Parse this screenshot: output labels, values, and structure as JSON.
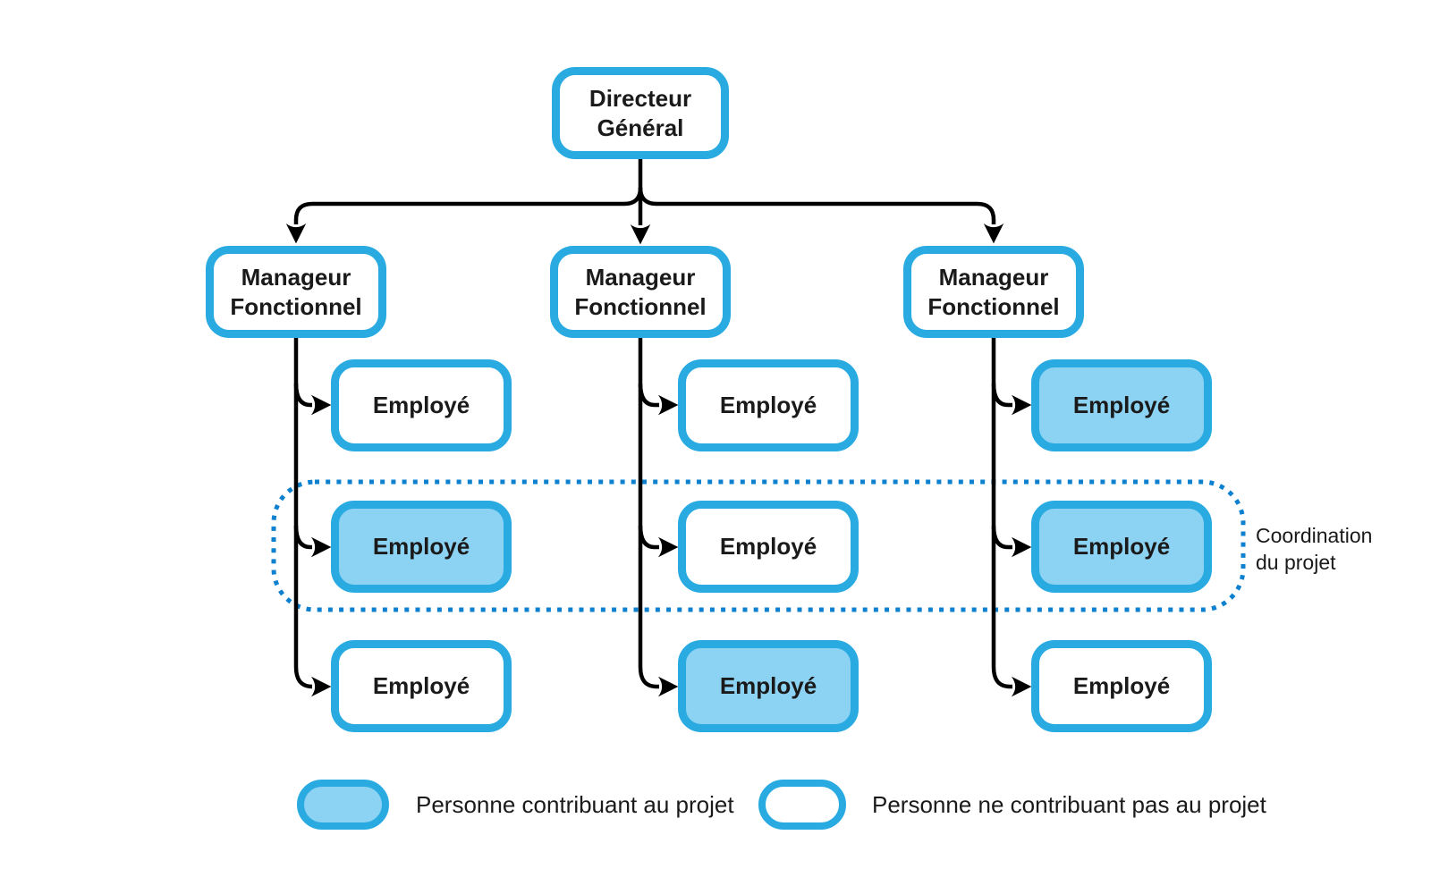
{
  "org": {
    "root": {
      "label": "Directeur Général"
    },
    "columns": [
      {
        "manager": {
          "label": "Manageur Fonctionnel"
        },
        "employees": [
          {
            "label": "Employé",
            "contributing": false
          },
          {
            "label": "Employé",
            "contributing": true
          },
          {
            "label": "Employé",
            "contributing": false
          }
        ]
      },
      {
        "manager": {
          "label": "Manageur Fonctionnel"
        },
        "employees": [
          {
            "label": "Employé",
            "contributing": false
          },
          {
            "label": "Employé",
            "contributing": false
          },
          {
            "label": "Employé",
            "contributing": true
          }
        ]
      },
      {
        "manager": {
          "label": "Manageur Fonctionnel"
        },
        "employees": [
          {
            "label": "Employé",
            "contributing": true
          },
          {
            "label": "Employé",
            "contributing": true
          },
          {
            "label": "Employé",
            "contributing": false
          }
        ]
      }
    ]
  },
  "annotation": {
    "label": "Coordination du projet"
  },
  "legend": {
    "items": [
      {
        "label": "Personne contribuant au projet",
        "filled": true
      },
      {
        "label": "Personne ne contribuant pas au projet",
        "filled": false
      }
    ]
  },
  "colors": {
    "box_border": "#29abe2",
    "contributing_fill": "#8cd2f2",
    "coordination_dotted": "#0d80cf",
    "connector": "#000000",
    "text": "#1a1a1a"
  }
}
